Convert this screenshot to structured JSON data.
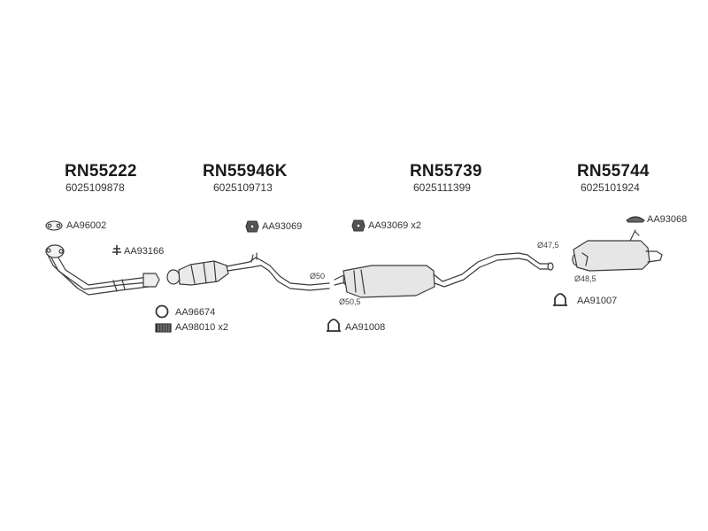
{
  "assemblies": [
    {
      "code": "RN55222",
      "oem": "6025109878"
    },
    {
      "code": "RN55946K",
      "oem": "6025109713"
    },
    {
      "code": "RN55739",
      "oem": "6025111399"
    },
    {
      "code": "RN55744",
      "oem": "6025101924"
    }
  ],
  "parts": {
    "aa96002": "AA96002",
    "aa93166": "AA93166",
    "aa93069_a": "AA93069",
    "aa93069_b": "AA93069 x2",
    "aa93068": "AA93068",
    "aa96674": "AA96674",
    "aa98010": "AA98010 x2",
    "aa91008": "AA91008",
    "aa91007": "AA91007"
  },
  "diameters": {
    "d50": "Ø50",
    "d50_5": "Ø50,5",
    "d47_5": "Ø47,5",
    "d48_5": "Ø48,5"
  }
}
